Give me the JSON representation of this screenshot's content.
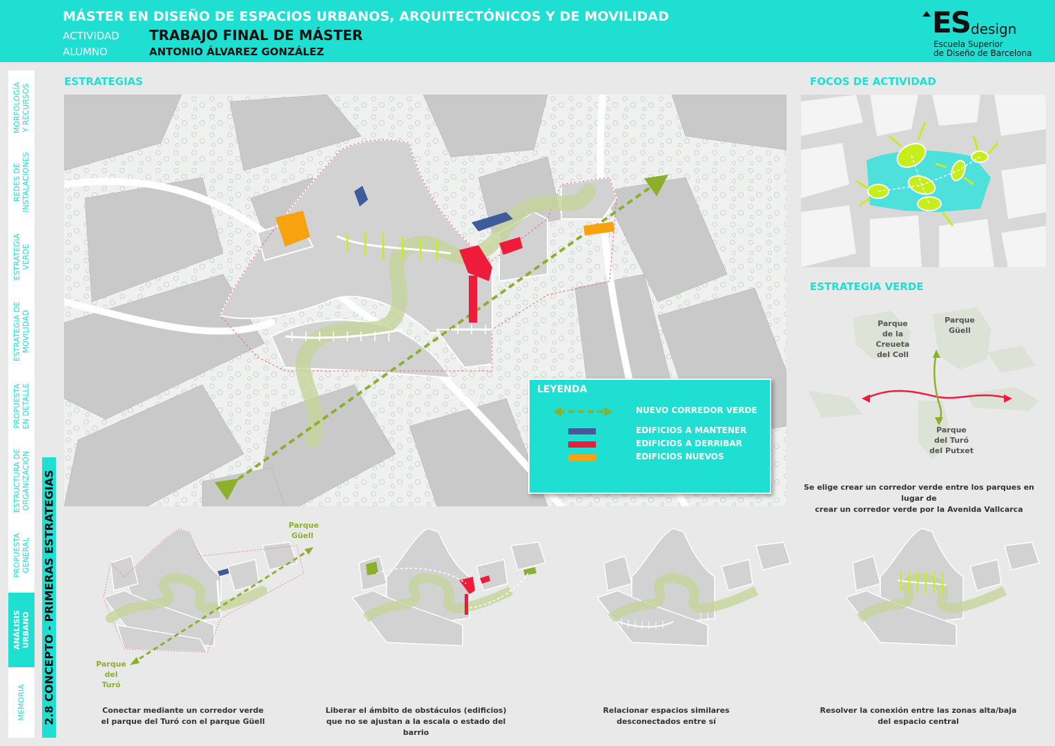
{
  "header": {
    "title": "MÁSTER EN DISEÑO DE ESPACIOS URBANOS, ARQUITECTÓNICOS Y DE MOVILIDAD",
    "actividad_label": "ACTIVIDAD",
    "actividad_value": "TRABAJO FINAL DE MÁSTER",
    "alumno_label": "ALUMNO",
    "alumno_value": "ANTONIO ÁLVAREZ GONZÁLEZ"
  },
  "logo": {
    "es": "ES",
    "design": "design",
    "line1": "Escuela Superior",
    "line2": "de Diseño de Barcelona"
  },
  "sidebar": {
    "items": [
      {
        "label1": "MORFOLOGÍA",
        "label2": "Y RECURSOS",
        "active": false
      },
      {
        "label1": "REDES DE",
        "label2": "INSTALACIONES",
        "active": false
      },
      {
        "label1": "ESTRATEGIA",
        "label2": "VERDE",
        "active": false
      },
      {
        "label1": "ESTRATEGIA DE",
        "label2": "MOVILIDAD",
        "active": false
      },
      {
        "label1": "PROPUESTA",
        "label2": "EN DETALLE",
        "active": false
      },
      {
        "label1": "ESTRUCTURA DE",
        "label2": "ORGANIZACIÓN",
        "active": false
      },
      {
        "label1": "PROPUESTA",
        "label2": "GENERAL",
        "active": false
      },
      {
        "label1": "ANÁLISIS",
        "label2": "URBANO",
        "active": true
      },
      {
        "label1": "MEMORIA",
        "label2": "",
        "active": false
      }
    ],
    "section_title": "2.8 CONCEPTO - PRIMERAS ESTRATEGIAS"
  },
  "sections": {
    "estrategias": "ESTRATEGIAS",
    "focos": "FOCOS DE ACTIVIDAD",
    "verde": "ESTRATEGIA VERDE"
  },
  "legend": {
    "title": "LEYENDA",
    "items": [
      {
        "label": "NUEVO CORREDOR VERDE",
        "color": "#8cb02c"
      },
      {
        "label": "EDIFICIOS A MANTENER",
        "color": "#3e5c99"
      },
      {
        "label": "EDIFICIOS A DERRIBAR",
        "color": "#ee1c3a"
      },
      {
        "label": "EDIFICIOS NUEVOS",
        "color": "#f7a20e"
      }
    ]
  },
  "verde_parks": {
    "creueta1": "Parque",
    "creueta2": "de la Creueta",
    "creueta3": "del Coll",
    "guell1": "Parque",
    "guell2": "Güell",
    "turo1": "Parque",
    "turo2": "del Turó",
    "turo3": "del Putxet",
    "caption1": "Se elige crear un corredor verde entre los parques en lugar de",
    "caption2": "crear un corredor verde por la Avenida Vallcarca"
  },
  "diagrams": [
    {
      "line1": "Conectar mediante un corredor verde",
      "line2": "el parque del Turó con el parque Güell"
    },
    {
      "line1": "Liberar el ámbito de obstáculos (edificios)",
      "line2": "que no se ajustan a la escala o estado del barrio"
    },
    {
      "line1": "Relacionar espacios similares",
      "line2": "desconectados entre sí"
    },
    {
      "line1": "Resolver la conexión entre las zonas alta/baja",
      "line2": "del espacio central"
    }
  ],
  "diagram1_parks": {
    "guell1": "Parque",
    "guell2": "Güell",
    "turo1": "Parque",
    "turo2": "del Turó"
  },
  "colors": {
    "accent": "#1fdfd2",
    "green": "#8cb02c",
    "blue": "#3e5c99",
    "red": "#ee1c3a",
    "orange": "#f7a20e"
  }
}
